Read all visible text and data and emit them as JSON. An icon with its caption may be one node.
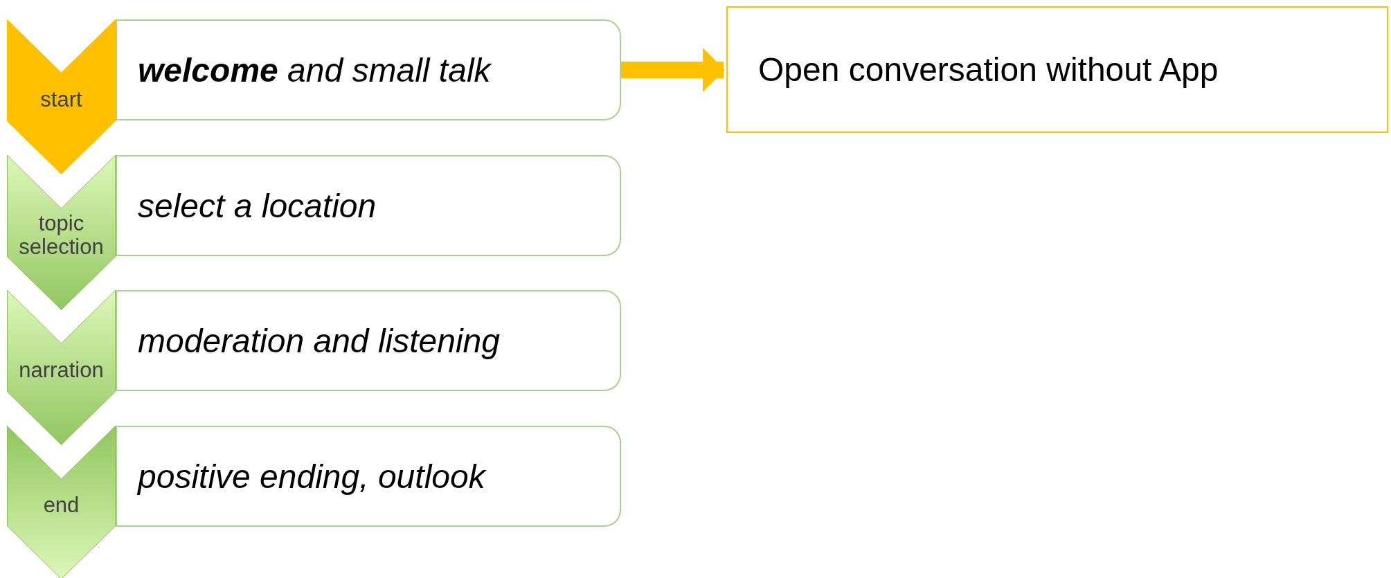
{
  "diagram": {
    "nodes": [
      {
        "text": [
          "start"
        ]
      },
      {
        "text": [
          "topic selection"
        ]
      },
      {
        "text": [
          "narration"
        ]
      },
      {
        "text": [
          "end"
        ]
      },
      {
        "text": [
          "**welcome** and small talk"
        ]
      },
      {
        "text": [
          "select a location"
        ]
      },
      {
        "text": [
          "moderation and listening"
        ]
      },
      {
        "text": [
          "positive ending, outlook"
        ]
      },
      {
        "text": [
          "Open conversation without App"
        ]
      }
    ],
    "edges": [
      {
        "from": 4,
        "to": 8,
        "arrow": "to"
      }
    ]
  }
}
